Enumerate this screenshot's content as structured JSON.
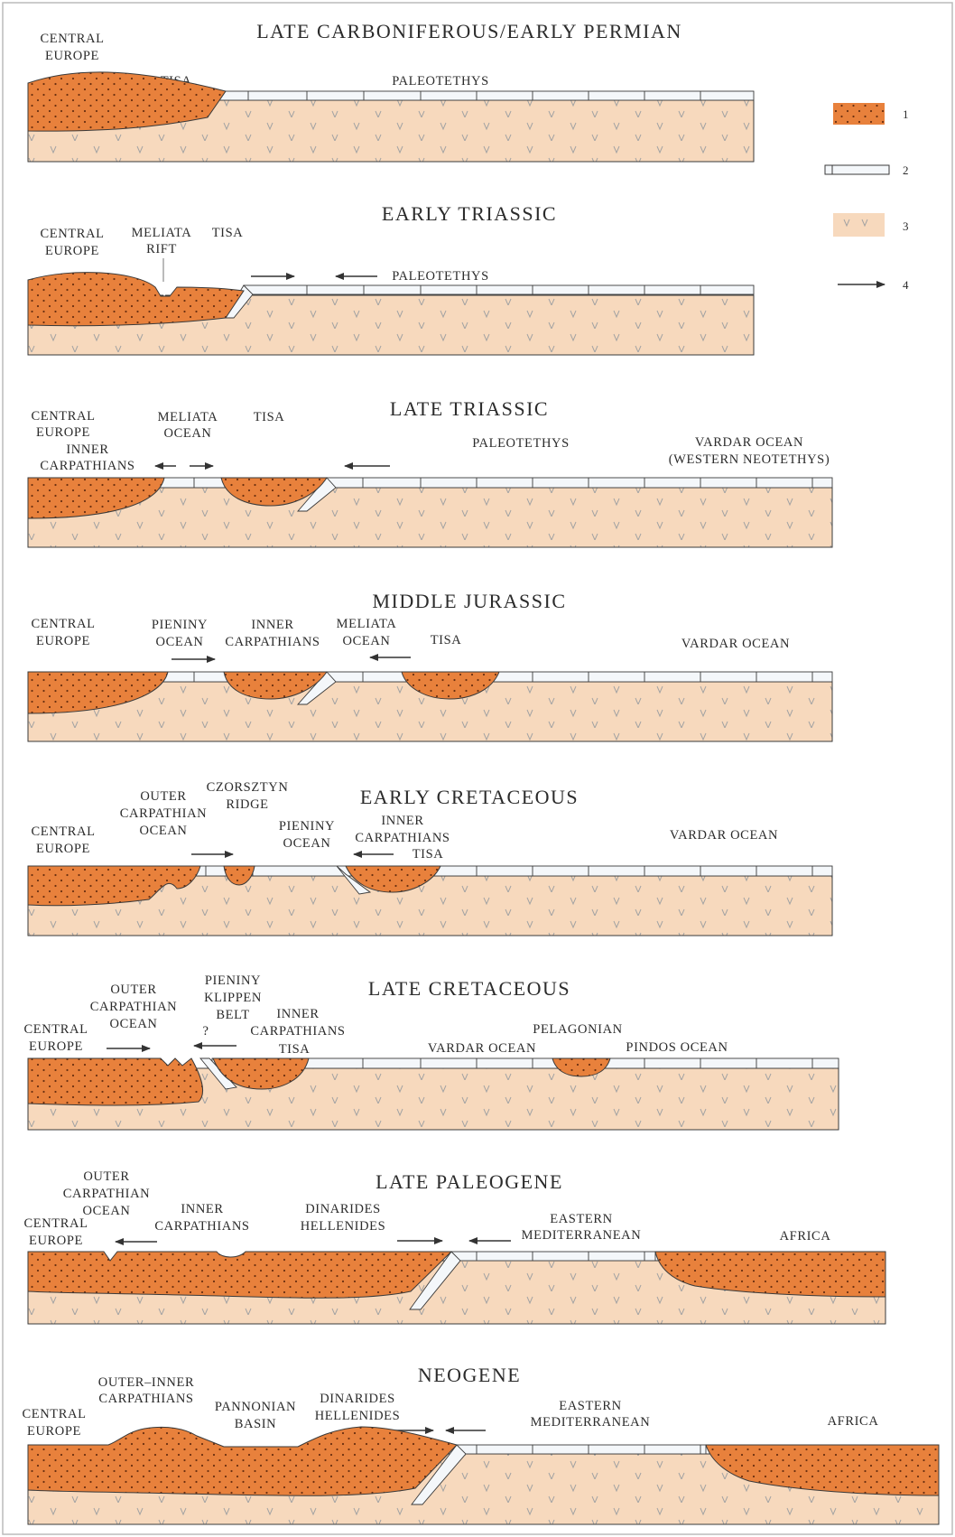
{
  "colors": {
    "crust": "#e8813c",
    "crust_dots": "#6b2f10",
    "mantle": "#f7d9bd",
    "mantle_v": "#9a9a9a",
    "oceanic": "#f4f7fa",
    "outline": "#3a3a3a",
    "frame": "#bbbbbb"
  },
  "legend": {
    "items": [
      {
        "number": "1",
        "icon": "continental-crust-swatch"
      },
      {
        "number": "2",
        "icon": "oceanic-crust-swatch"
      },
      {
        "number": "3",
        "icon": "mantle-swatch"
      },
      {
        "number": "4",
        "icon": "arrow-icon"
      }
    ]
  },
  "panels": [
    {
      "id": "p1",
      "title": "LATE  CARBONIFEROUS/EARLY  PERMIAN",
      "labels": [
        "CENTRAL",
        "EUROPE",
        "TISA",
        "PALEOTETHYS"
      ]
    },
    {
      "id": "p2",
      "title": "EARLY  TRIASSIC",
      "labels": [
        "CENTRAL",
        "EUROPE",
        "MELIATA",
        "RIFT",
        "TISA",
        "PALEOTETHYS"
      ]
    },
    {
      "id": "p3",
      "title": "LATE  TRIASSIC",
      "labels": [
        "CENTRAL",
        "EUROPE",
        "INNER",
        "CARPATHIANS",
        "MELIATA",
        "OCEAN",
        "TISA",
        "PALEOTETHYS",
        "VARDAR  OCEAN",
        "(WESTERN  NEOTETHYS)"
      ]
    },
    {
      "id": "p4",
      "title": "MIDDLE  JURASSIC",
      "labels": [
        "CENTRAL",
        "EUROPE",
        "PIENINY",
        "OCEAN",
        "INNER",
        "CARPATHIANS",
        "MELIATA",
        "OCEAN",
        "TISA",
        "VARDAR  OCEAN"
      ]
    },
    {
      "id": "p5",
      "title": "EARLY  CRETACEOUS",
      "labels": [
        "CENTRAL",
        "EUROPE",
        "OUTER",
        "CARPATHIAN",
        "OCEAN",
        "CZORSZTYN",
        "RIDGE",
        "PIENINY",
        "OCEAN",
        "INNER",
        "CARPATHIANS",
        "TISA",
        "VARDAR  OCEAN"
      ]
    },
    {
      "id": "p6",
      "title": "LATE  CRETACEOUS",
      "labels": [
        "OUTER",
        "CARPATHIAN",
        "OCEAN",
        "CENTRAL",
        "EUROPE",
        "PIENINY",
        "KLIPPEN",
        "BELT",
        "?",
        "INNER",
        "CARPATHIANS",
        "TISA",
        "VARDAR  OCEAN",
        "PELAGONIAN",
        "PINDOS  OCEAN"
      ]
    },
    {
      "id": "p7",
      "title": "LATE  PALEOGENE",
      "labels": [
        "OUTER",
        "CARPATHIAN",
        "OCEAN",
        "CENTRAL",
        "EUROPE",
        "INNER",
        "CARPATHIANS",
        "DINARIDES",
        "HELLENIDES",
        "EASTERN",
        "MEDITERRANEAN",
        "AFRICA"
      ]
    },
    {
      "id": "p8",
      "title": "NEOGENE",
      "labels": [
        "OUTER–INNER",
        "CARPATHIANS",
        "CENTRAL",
        "EUROPE",
        "PANNONIAN",
        "BASIN",
        "DINARIDES",
        "HELLENIDES",
        "EASTERN",
        "MEDITERRANEAN",
        "AFRICA"
      ]
    }
  ]
}
